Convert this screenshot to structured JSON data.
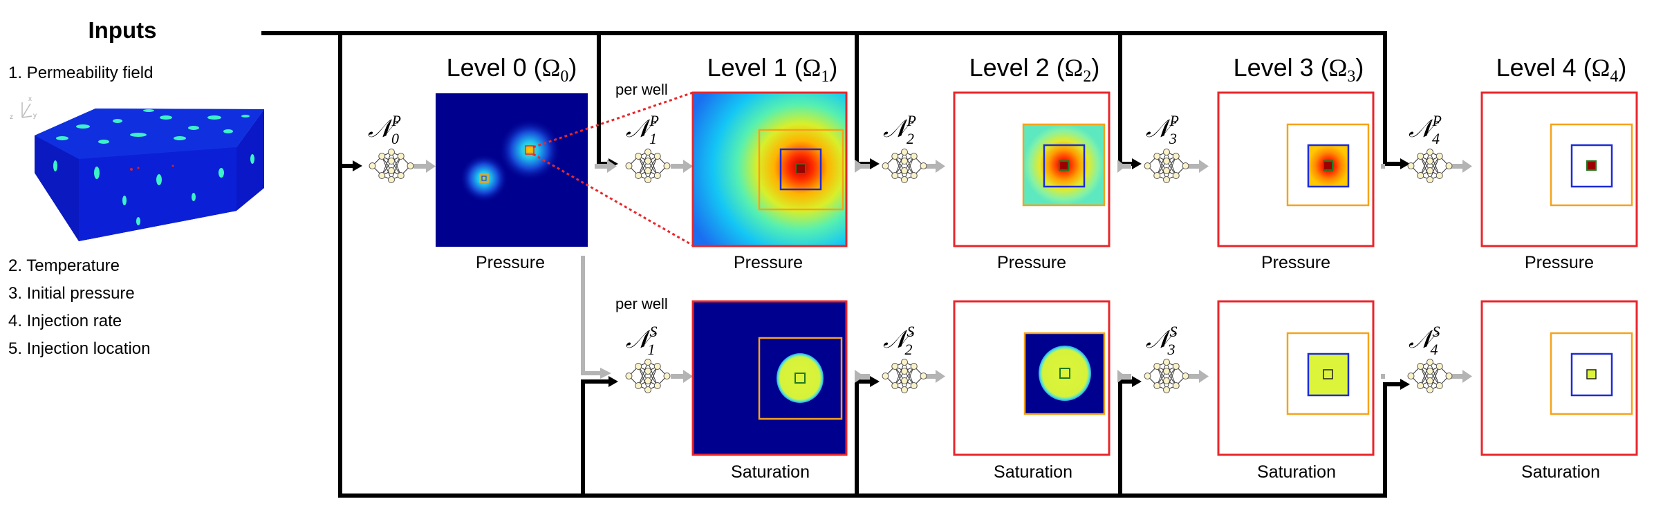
{
  "inputs": {
    "title": "Inputs",
    "items": [
      "1. Permeability field",
      "2. Temperature",
      "3. Initial pressure",
      "4. Injection rate",
      "5. Injection location"
    ],
    "axis_labels": {
      "z": "z",
      "x": "x",
      "y": "y"
    }
  },
  "levels": [
    {
      "name": "Level 0",
      "domain": "Ω",
      "sub": "0"
    },
    {
      "name": "Level 1",
      "domain": "Ω",
      "sub": "1"
    },
    {
      "name": "Level 2",
      "domain": "Ω",
      "sub": "2"
    },
    {
      "name": "Level 3",
      "domain": "Ω",
      "sub": "3"
    },
    {
      "name": "Level 4",
      "domain": "Ω",
      "sub": "4"
    }
  ],
  "networks": {
    "symbol": "𝒩",
    "pressure": [
      {
        "sub": "0",
        "sup": "P"
      },
      {
        "sub": "1",
        "sup": "P"
      },
      {
        "sub": "2",
        "sup": "P"
      },
      {
        "sub": "3",
        "sup": "P"
      },
      {
        "sub": "4",
        "sup": "P"
      }
    ],
    "saturation": [
      {
        "sub": "1",
        "sup": "S"
      },
      {
        "sub": "2",
        "sup": "S"
      },
      {
        "sub": "3",
        "sup": "S"
      },
      {
        "sub": "4",
        "sup": "S"
      }
    ]
  },
  "annotations": {
    "per_well_pressure": "per well",
    "per_well_saturation": "per well"
  },
  "field_labels": {
    "pressure": "Pressure",
    "saturation": "Saturation"
  },
  "colors": {
    "deep_blue": "#00008f",
    "frame_red": "#e8262b",
    "frame_orange": "#f5a31a",
    "frame_blue": "#1c2bd6",
    "saturation_yellow": "#dcf53a",
    "arrow_gray": "#b4b4b4",
    "line_black": "#000000"
  }
}
